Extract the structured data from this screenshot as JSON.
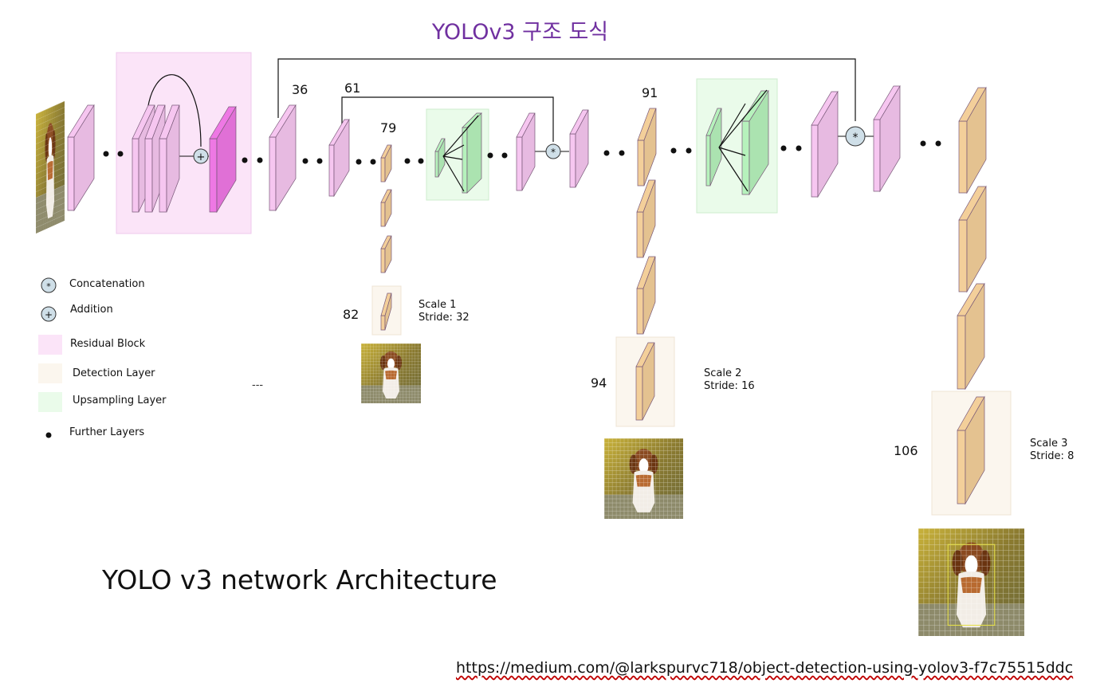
{
  "title": "YOLOv3 구조 도식",
  "subtitle": "YOLO v3 network Architecture",
  "source_url": "https://medium.com/@larkspurvc718/object-detection-using-yolov3-f7c75515ddc",
  "layer_numbers": {
    "l36": "36",
    "l61": "61",
    "l79": "79",
    "l82": "82",
    "l91": "91",
    "l94": "94",
    "l106": "106"
  },
  "scales": [
    {
      "name": "Scale 1",
      "stride": "Stride: 32"
    },
    {
      "name": "Scale 2",
      "stride": "Stride: 16"
    },
    {
      "name": "Scale 3",
      "stride": "Stride: 8"
    }
  ],
  "legend": {
    "concatenation": "Concatenation",
    "addition": "Addition",
    "residual": "Residual Block",
    "detection": "Detection Layer",
    "upsampling": "Upsampling Layer",
    "further": "Further Layers",
    "dash": "---"
  },
  "colors": {
    "title": "#7030a0",
    "residual_bg": "#fbe4f8",
    "residual_layer": "#f6c6f0",
    "residual_dark": "#ee78e4",
    "detection_bg": "#fbf6ee",
    "detection_layer": "#f3cf9a",
    "upsampling_bg": "#eafbea",
    "upsampling_layer": "#b6f2bc",
    "operator": "#cfdfe8"
  },
  "icons": [
    "concatenation-icon",
    "addition-icon",
    "dog-image-icon"
  ]
}
